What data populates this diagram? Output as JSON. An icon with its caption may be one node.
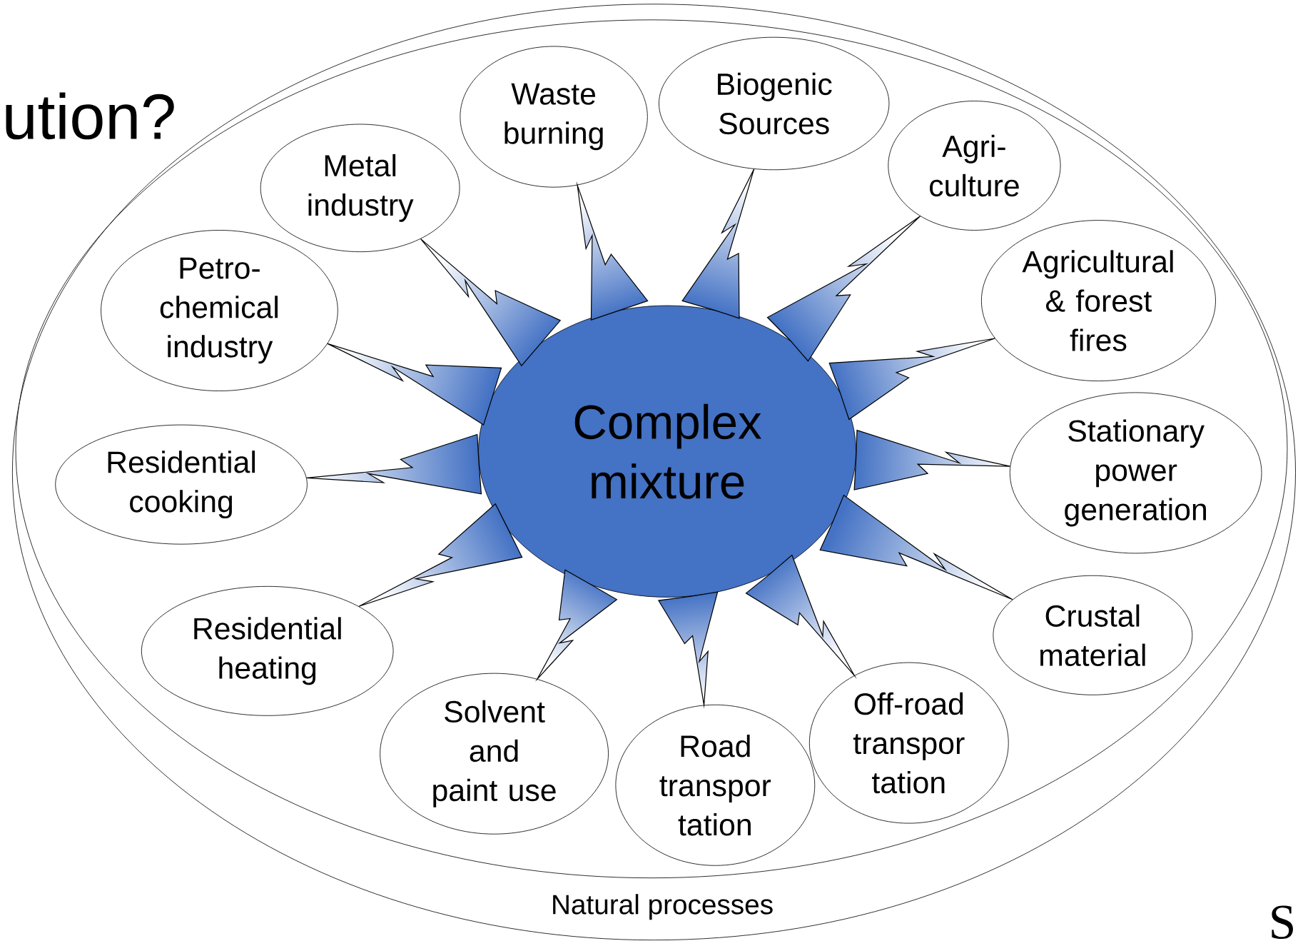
{
  "diagram": {
    "nodes": [
      {
        "text": [
          "Natural processes"
        ]
      },
      {
        "text": [],
        "shape": "ellipse",
        "in": 0
      },
      {
        "text": [
          "Complex mixture"
        ],
        "in": 1
      },
      {
        "text": [
          "Metal industry"
        ],
        "in": 1
      },
      {
        "text": [
          "Waste burning"
        ],
        "in": 1
      },
      {
        "text": [
          "Biogenic Sources"
        ],
        "in": 1
      },
      {
        "text": [
          "Agri- culture"
        ],
        "in": 1
      },
      {
        "text": [
          "Agricultural & forest fires"
        ],
        "in": 1
      },
      {
        "text": [
          "Stationary power generation"
        ],
        "in": 1
      },
      {
        "text": [
          "Crustal material"
        ],
        "in": 1
      },
      {
        "text": [
          "Off-road transpor tation"
        ],
        "in": 1
      },
      {
        "text": [
          "Road transpor tation"
        ],
        "in": 1
      },
      {
        "text": [
          "Solvent and paint use"
        ],
        "in": 1
      },
      {
        "text": [
          "Residential heating"
        ],
        "in": 1
      },
      {
        "text": [
          "Residential cooking"
        ],
        "in": 1
      },
      {
        "text": [
          "Petro- chemical industry"
        ],
        "in": 1
      }
    ],
    "edges": [
      {
        "from": 3,
        "to": 2,
        "arrow": "none"
      },
      {
        "from": 4,
        "to": 2,
        "arrow": "none"
      },
      {
        "from": 5,
        "to": 2,
        "arrow": "none"
      },
      {
        "from": 6,
        "to": 2,
        "arrow": "none"
      },
      {
        "from": 7,
        "to": 2,
        "arrow": "none"
      },
      {
        "from": 8,
        "to": 2,
        "arrow": "none"
      },
      {
        "from": 9,
        "to": 2,
        "arrow": "none"
      },
      {
        "from": 10,
        "to": 2,
        "arrow": "none"
      },
      {
        "from": 11,
        "to": 2,
        "arrow": "none"
      },
      {
        "from": 12,
        "to": 2,
        "arrow": "none"
      },
      {
        "from": 13,
        "to": 2,
        "arrow": "none"
      },
      {
        "from": 14,
        "to": 2,
        "arrow": "none"
      },
      {
        "from": 15,
        "to": 2,
        "arrow": "none"
      }
    ],
    "labels": [
      "ution?",
      "S"
    ]
  }
}
